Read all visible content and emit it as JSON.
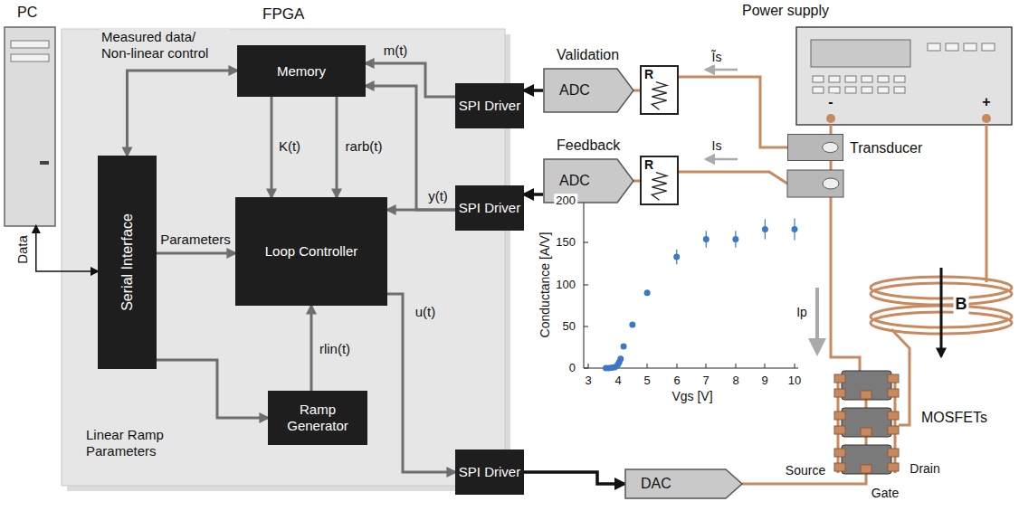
{
  "diagram": {
    "nodes": [
      {
        "text": [
          "PC"
        ]
      },
      {
        "text": [
          "FPGA"
        ]
      },
      {
        "text": [
          "Memory"
        ],
        "in": 1
      },
      {
        "text": [
          "Serial Interface"
        ],
        "in": 1
      },
      {
        "text": [
          "Loop Controller"
        ],
        "in": 1
      },
      {
        "text": [
          "Ramp Generator"
        ],
        "in": 1
      },
      {
        "text": [
          "SPI Driver"
        ],
        "in": 1
      },
      {
        "text": [
          "SPI Driver"
        ],
        "in": 1
      },
      {
        "text": [
          "SPI Driver"
        ],
        "in": 1
      },
      {
        "text": [
          "Validation",
          "ADC"
        ]
      },
      {
        "text": [
          "R"
        ]
      },
      {
        "text": [
          "Feedback",
          "ADC"
        ]
      },
      {
        "text": [
          "R"
        ]
      },
      {
        "text": [
          "Power supply"
        ]
      },
      {
        "text": [
          "Transducer"
        ]
      },
      {
        "text": [
          "MOSFETs"
        ]
      },
      {
        "text": [
          "DAC"
        ]
      }
    ],
    "edges": [
      {
        "from": 0,
        "to": 3,
        "arrow": "both",
        "label": "Data"
      },
      {
        "from": 3,
        "to": 2,
        "arrow": "both",
        "label": "Measured data/ Non-linear control"
      },
      {
        "from": 3,
        "to": 4,
        "arrow": "to",
        "label": "Parameters"
      },
      {
        "from": 3,
        "to": 5,
        "arrow": "to",
        "label": "Linear Ramp Parameters"
      },
      {
        "from": 2,
        "to": 4,
        "arrow": "to",
        "label": "K(t)"
      },
      {
        "from": 2,
        "to": 4,
        "arrow": "to",
        "label": "rarb(t)"
      },
      {
        "from": 5,
        "to": 4,
        "arrow": "to",
        "label": "rlin(t)"
      },
      {
        "from": 6,
        "to": 2,
        "arrow": "to",
        "label": "m(t)"
      },
      {
        "from": 7,
        "to": 4,
        "arrow": "to",
        "label": "y(t)"
      },
      {
        "from": 7,
        "to": 2,
        "arrow": "to"
      },
      {
        "from": 4,
        "to": 8,
        "arrow": "to",
        "label": "u(t)"
      },
      {
        "from": 9,
        "to": 6,
        "arrow": "to"
      },
      {
        "from": 11,
        "to": 7,
        "arrow": "to"
      },
      {
        "from": 8,
        "to": 16,
        "arrow": "to"
      },
      {
        "from": 10,
        "to": 9,
        "arrow": "none"
      },
      {
        "from": 12,
        "to": 11,
        "arrow": "none"
      },
      {
        "from": 14,
        "to": 10,
        "arrow": "none"
      },
      {
        "from": 13,
        "to": 14,
        "arrow": "none"
      },
      {
        "from": 16,
        "to": 15,
        "arrow": "none"
      }
    ],
    "labels": [
      "Ĩs",
      "Is",
      "Ip",
      "B",
      "-",
      "+",
      "Source",
      "Drain",
      "Gate",
      "200",
      "150",
      "100",
      "50",
      "0",
      "3",
      "4",
      "5",
      "6",
      "7",
      "8",
      "9",
      "10",
      "Conductance [A/V]",
      "Vgs [V]"
    ]
  }
}
